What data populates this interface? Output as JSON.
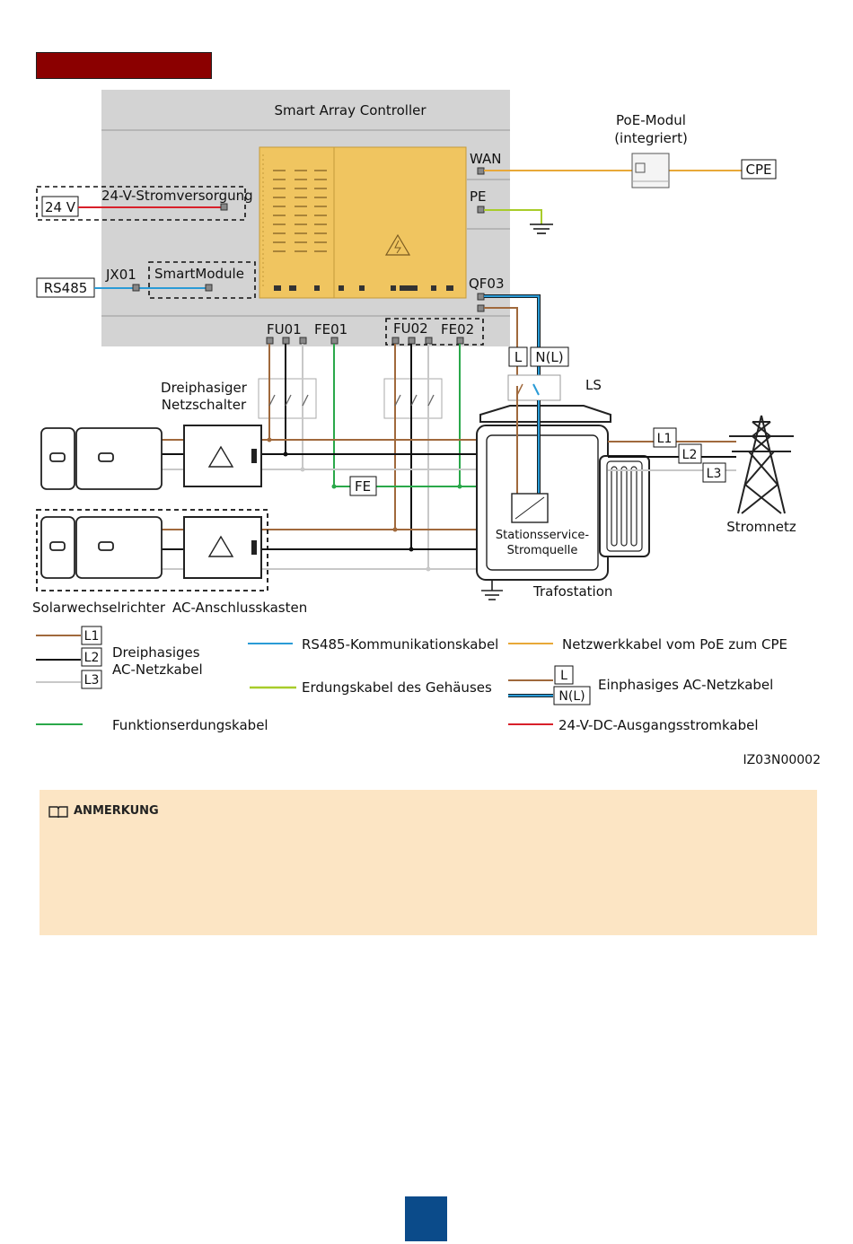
{
  "header": {
    "bar_color": "#8b0000"
  },
  "controller": {
    "title": "Smart Array Controller",
    "ports": {
      "wan": "WAN",
      "pe": "PE",
      "qf03": "QF03"
    },
    "power_supply": "24-V-Stromversorgung",
    "jx01": "JX01",
    "smartmodule": "SmartModule",
    "fu01": "FU01",
    "fe01": "FE01",
    "fu02": "FU02",
    "fe02": "FE02"
  },
  "external": {
    "v24": "24 V",
    "rs485": "RS485",
    "poe_module_line1": "PoE-Modul",
    "poe_module_line2": "(integriert)",
    "cpe": "CPE",
    "l": "L",
    "nl": "N(L)",
    "ls": "LS",
    "switch_line1": "Dreiphasiger",
    "switch_line2": "Netzschalter",
    "fe": "FE",
    "l1": "L1",
    "l2": "L2",
    "l3": "L3",
    "station_line1": "Stationsservice-",
    "station_line2": "Stromquelle",
    "trafostation": "Trafostation",
    "stromnetz": "Stromnetz",
    "solar": "Solarwechselrichter",
    "ac_box": "AC-Anschlusskasten"
  },
  "legend": {
    "l1": "L1",
    "l2": "L2",
    "l3": "L3",
    "three_phase_line1": "Dreiphasiges",
    "three_phase_line2": "AC-Netzkabel",
    "rs485": "RS485-Kommunikationskabel",
    "network": "Netzwerkkabel vom PoE zum CPE",
    "ground": "Erdungskabel des Gehäuses",
    "l": "L",
    "nl": "N(L)",
    "single_phase": "Einphasiges AC-Netzkabel",
    "functional_ground": "Funktionserdungskabel",
    "dc24": "24-V-DC-Ausgangsstromkabel"
  },
  "figure_id": "IZ03N00002",
  "note": {
    "title": "ANMERKUNG"
  },
  "colors": {
    "brown": "#a0693c",
    "black": "#111111",
    "grey": "#c8c8c8",
    "blue": "#2a9bd6",
    "orange": "#e8a838",
    "yellowgreen": "#a8cc2a",
    "green": "#2aa84a",
    "red": "#d8202a",
    "cabinet": "#f0c560",
    "page_badge": "#0b4b8a"
  }
}
